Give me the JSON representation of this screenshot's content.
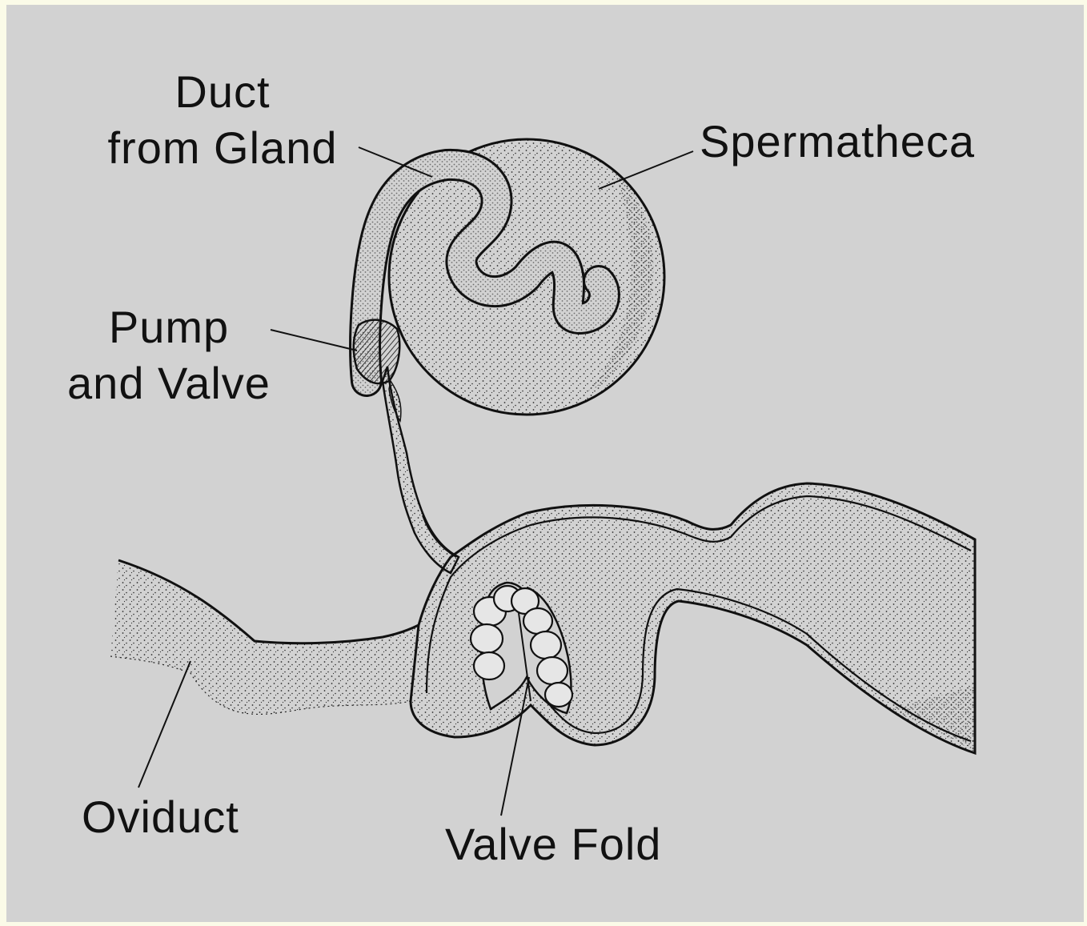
{
  "colors": {
    "background": "#d2d2d2",
    "outer_border": "#fbfbe8",
    "ink": "#111111",
    "stipple": "#2a2a2a"
  },
  "labels": {
    "duct_from_gland_line1": "Duct",
    "duct_from_gland_line2": "from Gland",
    "spermatheca": "Spermatheca",
    "pump_and_valve_line1": "Pump",
    "pump_and_valve_line2": "and Valve",
    "oviduct": "Oviduct",
    "valve_fold": "Valve Fold"
  }
}
